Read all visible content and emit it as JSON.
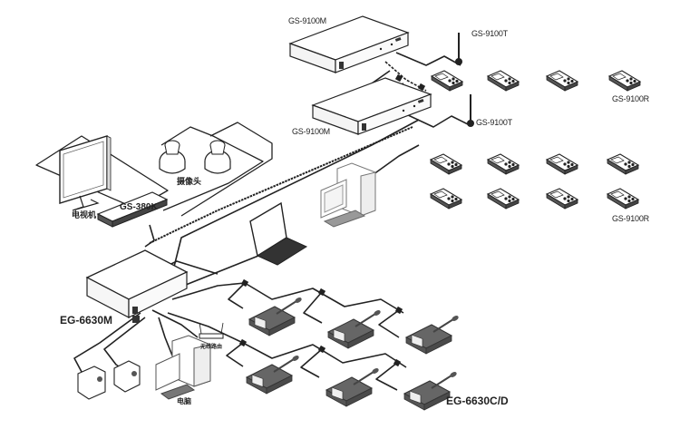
{
  "diagram": {
    "title": "Conference system connection diagram",
    "labels": {
      "gs9100m_top": "GS-9100M",
      "gs9100m_bottom": "GS-9100M",
      "gs9100t_top": "GS-9100T",
      "gs9100t_bottom": "GS-9100T",
      "gs9100r_top": "GS-9100R",
      "gs9100r_bottom": "GS-9100R",
      "tv": "电视机",
      "gs380k": "GS-380K",
      "camera_dome": "摄像头",
      "eg6630m": "EG-6630M",
      "router": "无线路由",
      "computer": "电脑",
      "eg6630cd": "EG-6630C/D"
    },
    "devices": [
      {
        "id": "gs9100m-1",
        "name": "GS-9100M",
        "type": "rack-unit"
      },
      {
        "id": "gs9100m-2",
        "name": "GS-9100M",
        "type": "rack-unit"
      },
      {
        "id": "gs9100t-1",
        "name": "GS-9100T",
        "type": "antenna"
      },
      {
        "id": "gs9100t-2",
        "name": "GS-9100T",
        "type": "antenna"
      },
      {
        "id": "gs9100r",
        "name": "GS-9100R",
        "type": "handheld-receiver",
        "count": 12
      },
      {
        "id": "tv",
        "name": "电视机",
        "type": "monitor"
      },
      {
        "id": "gs380k",
        "name": "GS-380K",
        "type": "controller"
      },
      {
        "id": "dome-cams",
        "name": "摄像头",
        "type": "dome-camera",
        "count": 2
      },
      {
        "id": "pc-top",
        "type": "desktop-computer"
      },
      {
        "id": "laptop",
        "type": "laptop"
      },
      {
        "id": "eg6630m",
        "name": "EG-6630M",
        "type": "main-unit"
      },
      {
        "id": "router",
        "name": "无线路由",
        "type": "wireless-router"
      },
      {
        "id": "pc-bottom",
        "name": "电脑",
        "type": "desktop-computer"
      },
      {
        "id": "ptz-cams",
        "type": "ptz-camera",
        "count": 2
      },
      {
        "id": "eg6630cd",
        "name": "EG-6630C/D",
        "type": "conference-unit",
        "count": 6
      }
    ]
  }
}
